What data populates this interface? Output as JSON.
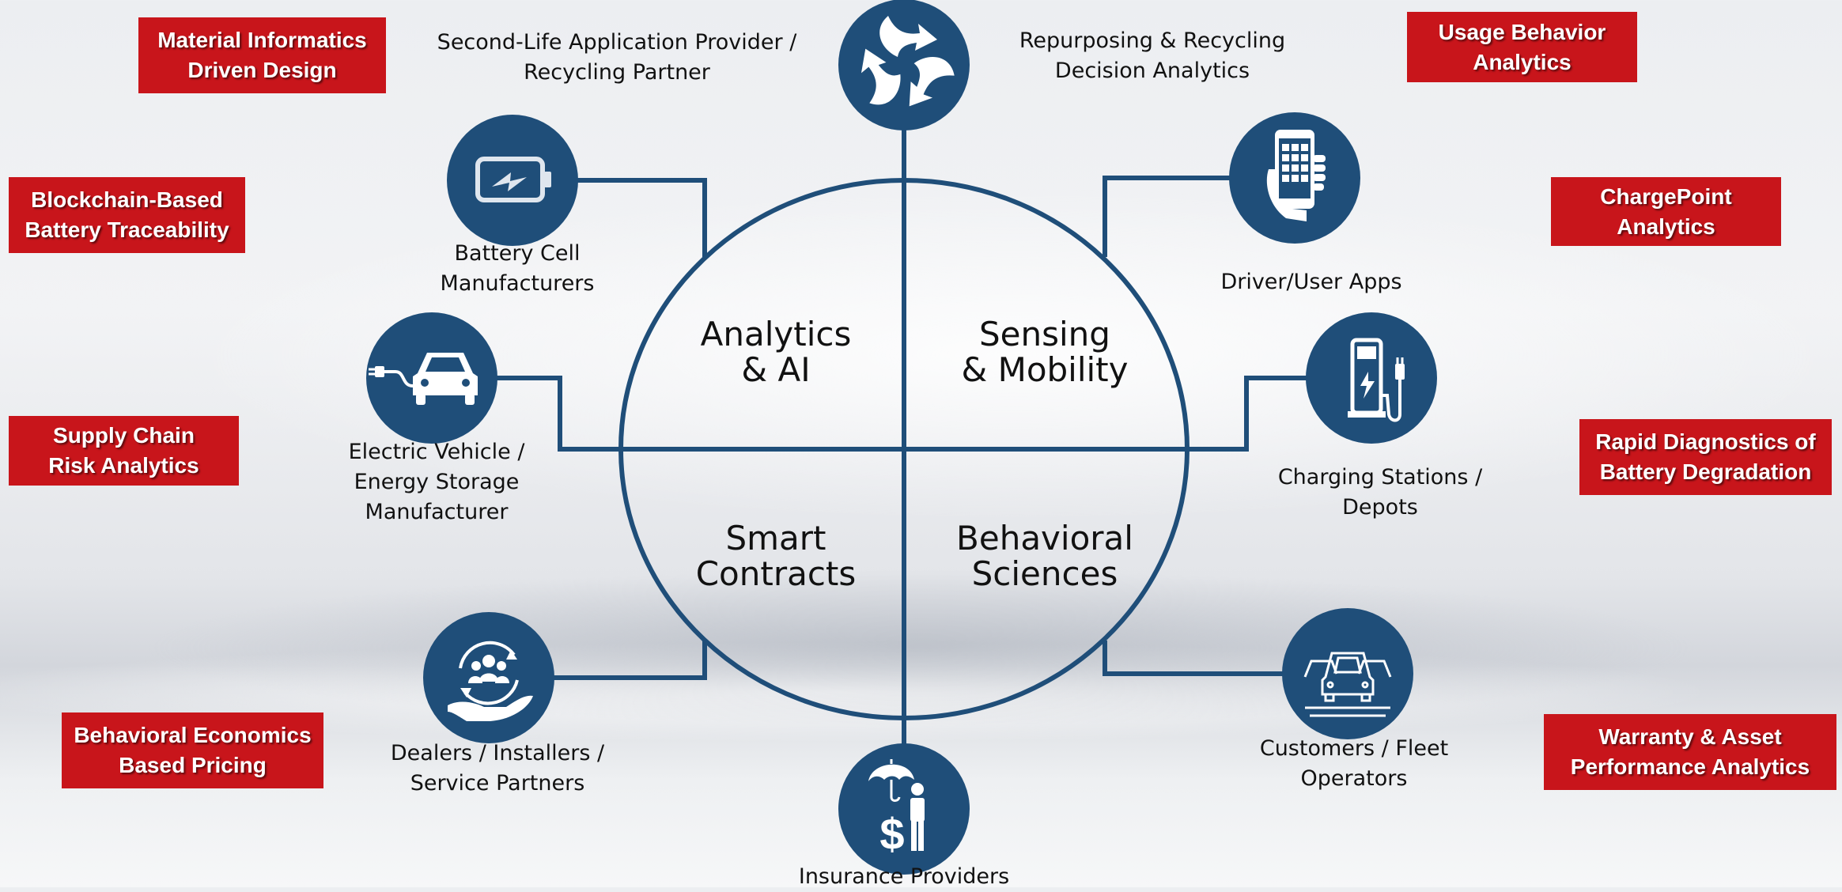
{
  "colors": {
    "navy": "#1f4e79",
    "red_box": "#c8151b"
  },
  "center": {
    "quadrants": [
      "Analytics\n& AI",
      "Sensing\n& Mobility",
      "Smart\nContracts",
      "Behavioral\nSciences"
    ]
  },
  "nodes": [
    {
      "icon": "recycle-icon",
      "label": "Repurposing & Recycling\nDecision Analytics"
    },
    {
      "icon": "recycle-icon",
      "label": "Second-Life Application Provider /\nRecycling Partner"
    },
    {
      "icon": "battery-icon",
      "label": "Battery Cell\nManufacturers"
    },
    {
      "icon": "electric-car-icon",
      "label": "Electric Vehicle /\nEnergy Storage\nManufacturer"
    },
    {
      "icon": "dealer-service-icon",
      "label": "Dealers / Installers /\nService Partners"
    },
    {
      "icon": "insurance-umbrella-icon",
      "label": "Insurance Providers"
    },
    {
      "icon": "fleet-cars-icon",
      "label": "Customers / Fleet\nOperators"
    },
    {
      "icon": "charging-station-icon",
      "label": "Charging Stations /\nDepots"
    },
    {
      "icon": "phone-app-icon",
      "label": "Driver/User Apps"
    }
  ],
  "analytics_boxes": [
    "Material Informatics\nDriven Design",
    "Usage Behavior\nAnalytics",
    "Blockchain-Based\nBattery Traceability",
    "ChargePoint\nAnalytics",
    "Supply Chain\nRisk Analytics",
    "Rapid Diagnostics of\nBattery Degradation",
    "Behavioral Economics\nBased Pricing",
    "Warranty & Asset\nPerformance Analytics"
  ]
}
